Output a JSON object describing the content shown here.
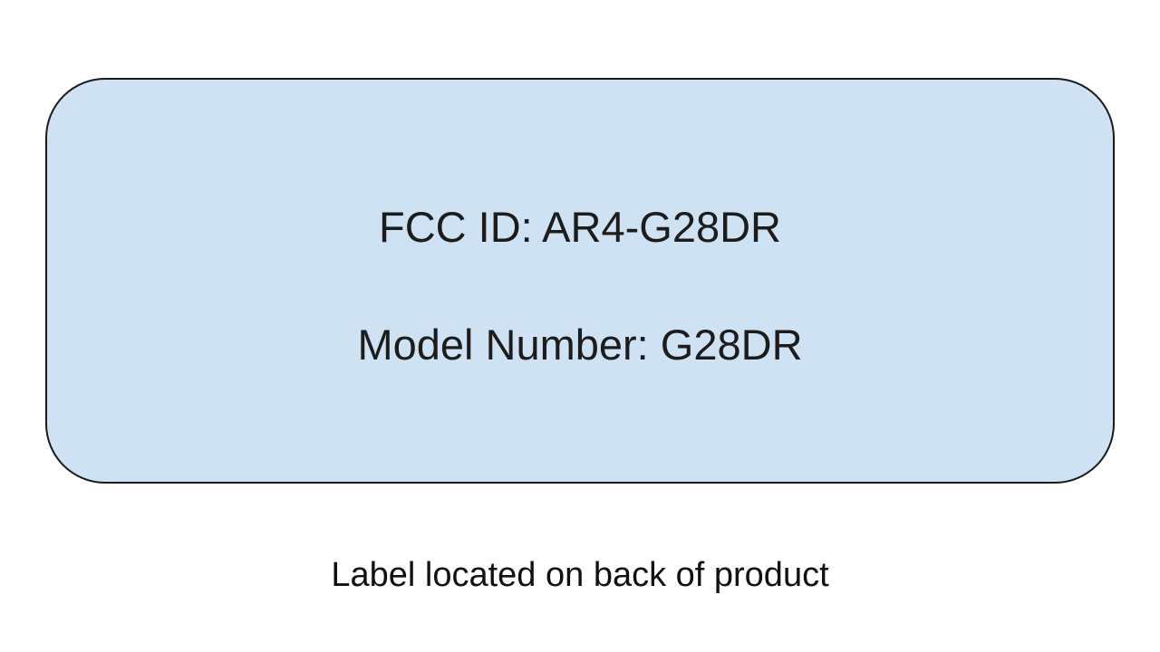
{
  "label": {
    "fcc_id_line": "FCC ID: AR4-G28DR",
    "model_number_line": "Model Number: G28DR",
    "fill_color": "#cfe2f3",
    "border_color": "#1a1a1a"
  },
  "caption": "Label located on back of product"
}
